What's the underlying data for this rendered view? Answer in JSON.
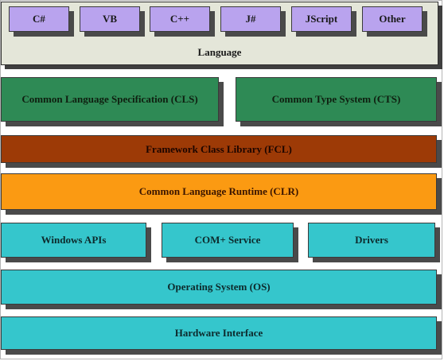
{
  "language_layer": {
    "label": "Language",
    "languages": [
      "C#",
      "VB",
      "C++",
      "J#",
      "JScript",
      "Other"
    ]
  },
  "specs": {
    "cls": "Common Language Specification (CLS)",
    "cts": "Common Type System (CTS)"
  },
  "fcl": "Framework Class Library (FCL)",
  "clr": "Common Language Runtime (CLR)",
  "services": {
    "windows_apis": "Windows APIs",
    "com_service": "COM+ Service",
    "drivers": "Drivers"
  },
  "os": "Operating System (OS)",
  "hardware": "Hardware Interface",
  "colors": {
    "language_bg": "#e4e6d9",
    "language_box": "#b9a3ee",
    "spec": "#2e8a55",
    "fcl": "#9d3a06",
    "clr": "#fb9a12",
    "system": "#35c6cc"
  }
}
